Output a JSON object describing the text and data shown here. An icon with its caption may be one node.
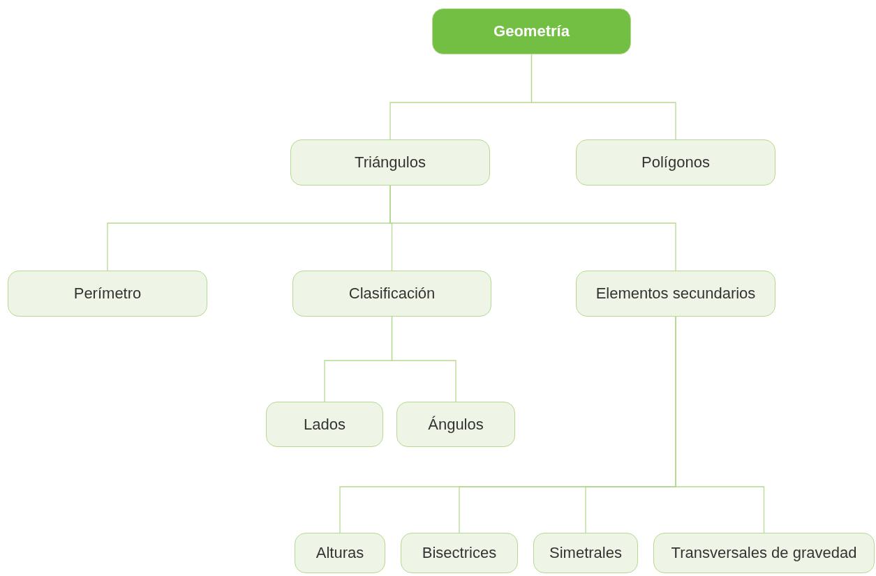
{
  "diagram": {
    "nodes": [
      {
        "text": [
          "Geometría"
        ]
      },
      {
        "text": [
          "Triángulos"
        ]
      },
      {
        "text": [
          "Polígonos"
        ]
      },
      {
        "text": [
          "Perímetro"
        ]
      },
      {
        "text": [
          "Clasificación"
        ]
      },
      {
        "text": [
          "Elementos secundarios"
        ]
      },
      {
        "text": [
          "Lados"
        ]
      },
      {
        "text": [
          "Ángulos"
        ]
      },
      {
        "text": [
          "Alturas"
        ]
      },
      {
        "text": [
          "Bisectrices"
        ]
      },
      {
        "text": [
          "Simetrales"
        ]
      },
      {
        "text": [
          "Transversales de gravedad"
        ]
      }
    ],
    "edges": [
      {
        "from": 0,
        "to": 1,
        "arrow": "none"
      },
      {
        "from": 0,
        "to": 2,
        "arrow": "none"
      },
      {
        "from": 1,
        "to": 3,
        "arrow": "none"
      },
      {
        "from": 1,
        "to": 4,
        "arrow": "none"
      },
      {
        "from": 1,
        "to": 5,
        "arrow": "none"
      },
      {
        "from": 4,
        "to": 6,
        "arrow": "none"
      },
      {
        "from": 4,
        "to": 7,
        "arrow": "none"
      },
      {
        "from": 5,
        "to": 8,
        "arrow": "none"
      },
      {
        "from": 5,
        "to": 9,
        "arrow": "none"
      },
      {
        "from": 5,
        "to": 10,
        "arrow": "none"
      },
      {
        "from": 5,
        "to": 11,
        "arrow": "none"
      }
    ]
  }
}
